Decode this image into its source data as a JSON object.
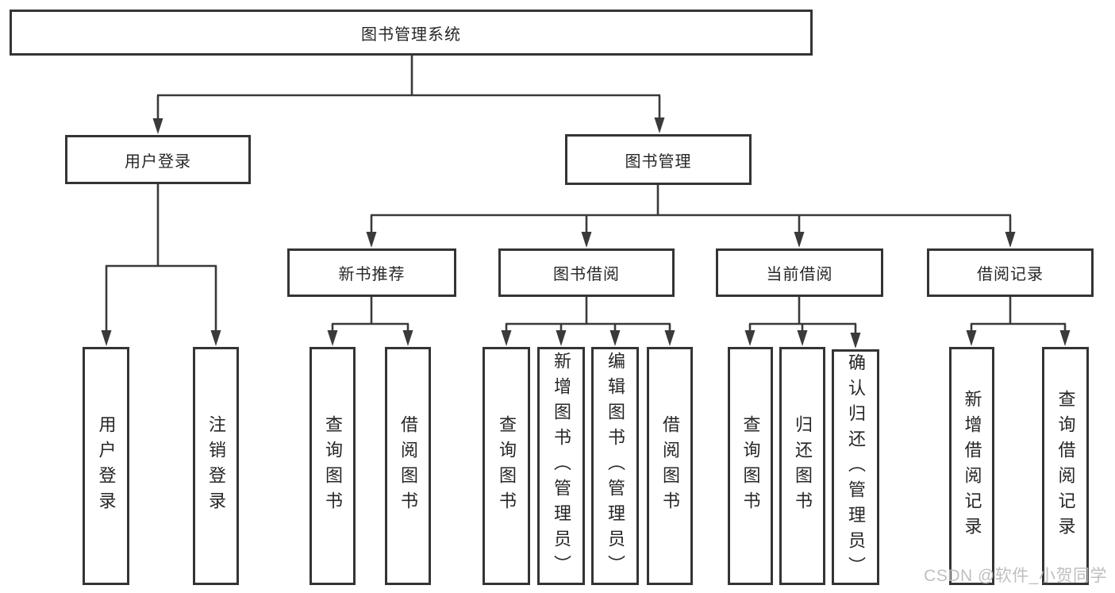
{
  "diagram": {
    "tree": {
      "label": "图书管理系统",
      "children": [
        {
          "label": "用户登录",
          "children": [
            {
              "label": "用户登录"
            },
            {
              "label": "注销登录"
            }
          ]
        },
        {
          "label": "图书管理",
          "children": [
            {
              "label": "新书推荐",
              "children": [
                {
                  "label": "查询图书"
                },
                {
                  "label": "借阅图书"
                }
              ]
            },
            {
              "label": "图书借阅",
              "children": [
                {
                  "label": "查询图书"
                },
                {
                  "label": "新增图书（管理员）"
                },
                {
                  "label": "编辑图书（管理员）"
                },
                {
                  "label": "借阅图书"
                }
              ]
            },
            {
              "label": "当前借阅",
              "children": [
                {
                  "label": "查询图书"
                },
                {
                  "label": "归还图书"
                },
                {
                  "label": "确认归还（管理员）"
                }
              ]
            },
            {
              "label": "借阅记录",
              "children": [
                {
                  "label": "新增借阅记录"
                },
                {
                  "label": "查询借阅记录"
                }
              ]
            }
          ]
        }
      ]
    }
  },
  "watermark": {
    "text": "CSDN @软件_小贺同学"
  },
  "colors": {
    "line": "#3a3a3a",
    "box_border": "#343434",
    "text": "#262626",
    "watermark": "#b9b9b9",
    "background": "#ffffff"
  }
}
